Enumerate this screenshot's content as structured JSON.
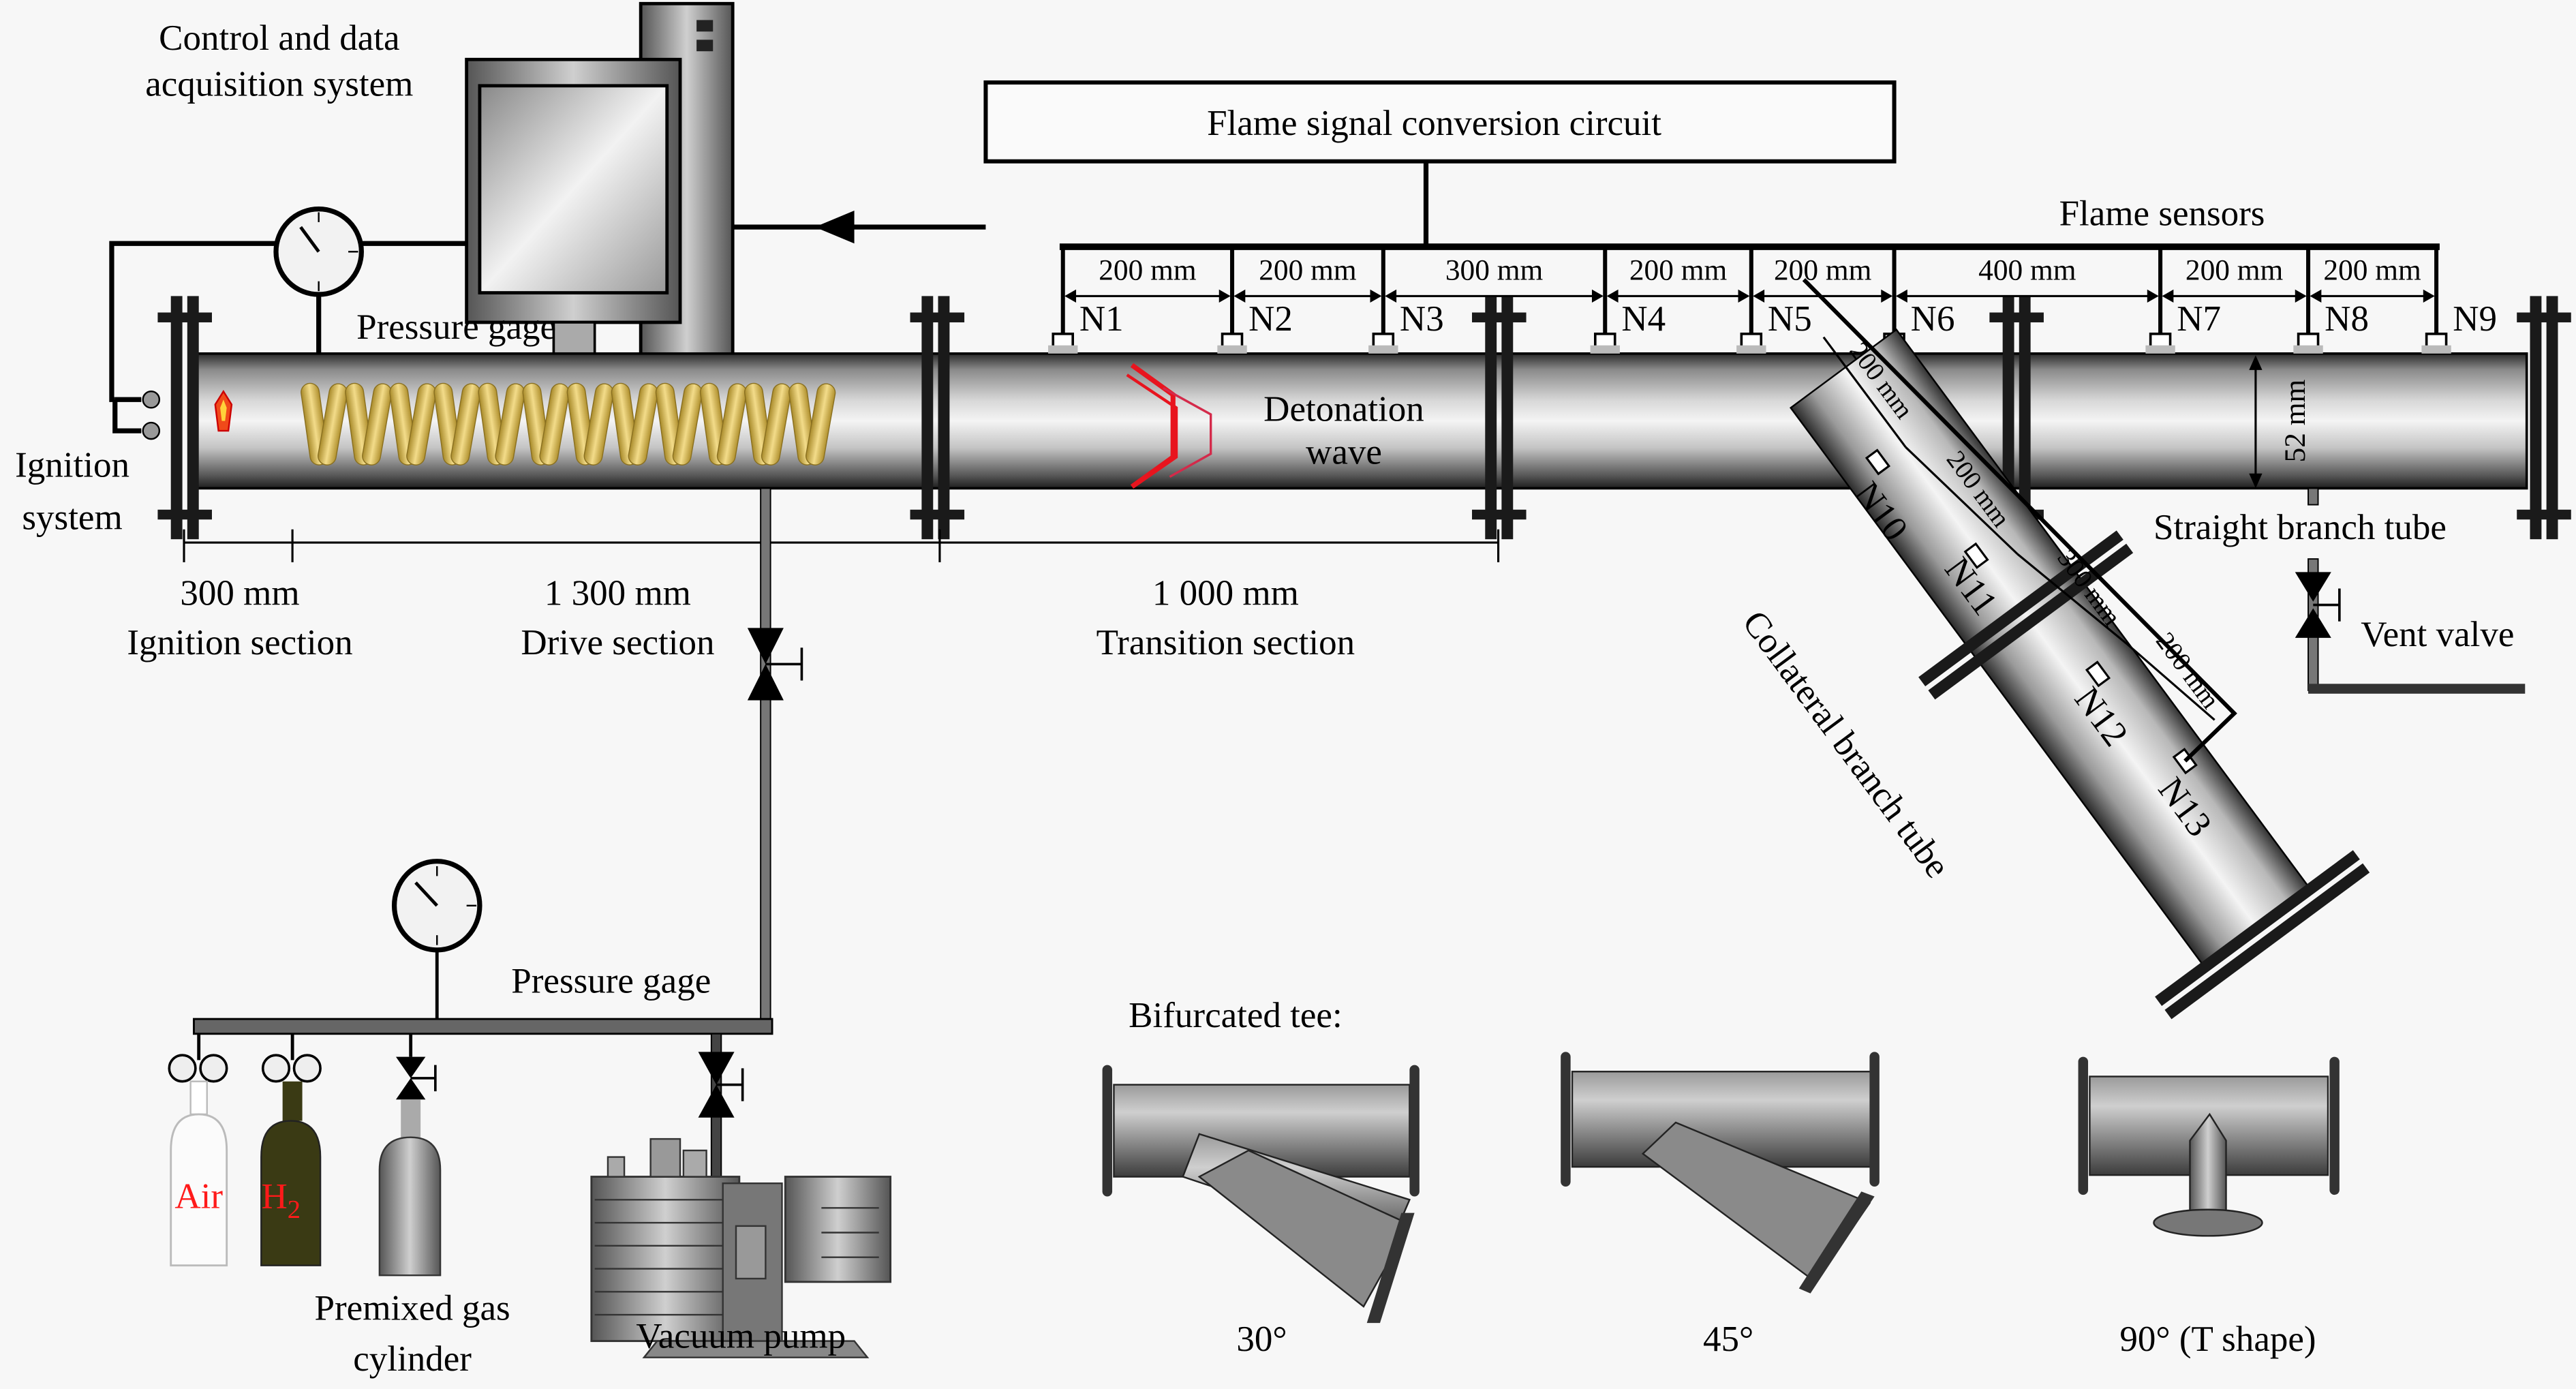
{
  "labels": {
    "control_system_line1": "Control and data",
    "control_system_line2": "acquisition system",
    "flame_circuit": "Flame signal conversion circuit",
    "flame_sensors": "Flame sensors",
    "ignition_system_line1": "Ignition",
    "ignition_system_line2": "system",
    "pressure_gage_top": "Pressure gage",
    "pressure_gage_bottom": "Pressure gage",
    "detonation_line1": "Detonation",
    "detonation_line2": "wave",
    "straight_branch": "Straight branch tube",
    "collateral_branch": "Collateral branch tube",
    "vent_valve": "Vent valve",
    "tube_diameter": "52 mm",
    "premixed_line1": "Premixed gas",
    "premixed_line2": "cylinder",
    "vacuum_pump": "Vacuum pump",
    "air": "Air",
    "h2": "H",
    "h2_sub": "2",
    "bifurcated_tee": "Bifurcated tee:"
  },
  "sections": [
    {
      "length": "300 mm",
      "name": "Ignition section"
    },
    {
      "length": "1 300 mm",
      "name": "Drive section"
    },
    {
      "length": "1 000 mm",
      "name": "Transition section"
    }
  ],
  "sensors_main": [
    "N1",
    "N2",
    "N3",
    "N4",
    "N5",
    "N6",
    "N7",
    "N8",
    "N9"
  ],
  "spacing_main": [
    "200 mm",
    "200 mm",
    "300 mm",
    "200 mm",
    "200 mm",
    "400 mm",
    "200 mm",
    "200 mm"
  ],
  "sensors_branch": [
    "N10",
    "N11",
    "N12",
    "N13"
  ],
  "spacing_branch": [
    "200 mm",
    "200 mm",
    "300 mm",
    "200 mm"
  ],
  "tees": [
    {
      "angle": "30°"
    },
    {
      "angle": "45°"
    },
    {
      "angle": "90° (T shape)"
    }
  ],
  "colors": {
    "background": "#f7f7f7",
    "detonation_front": "#e8141e",
    "spiral": "#d9b44a",
    "h2_cylinder": "#3a3a14",
    "gas_label": "#ff1a1a"
  }
}
